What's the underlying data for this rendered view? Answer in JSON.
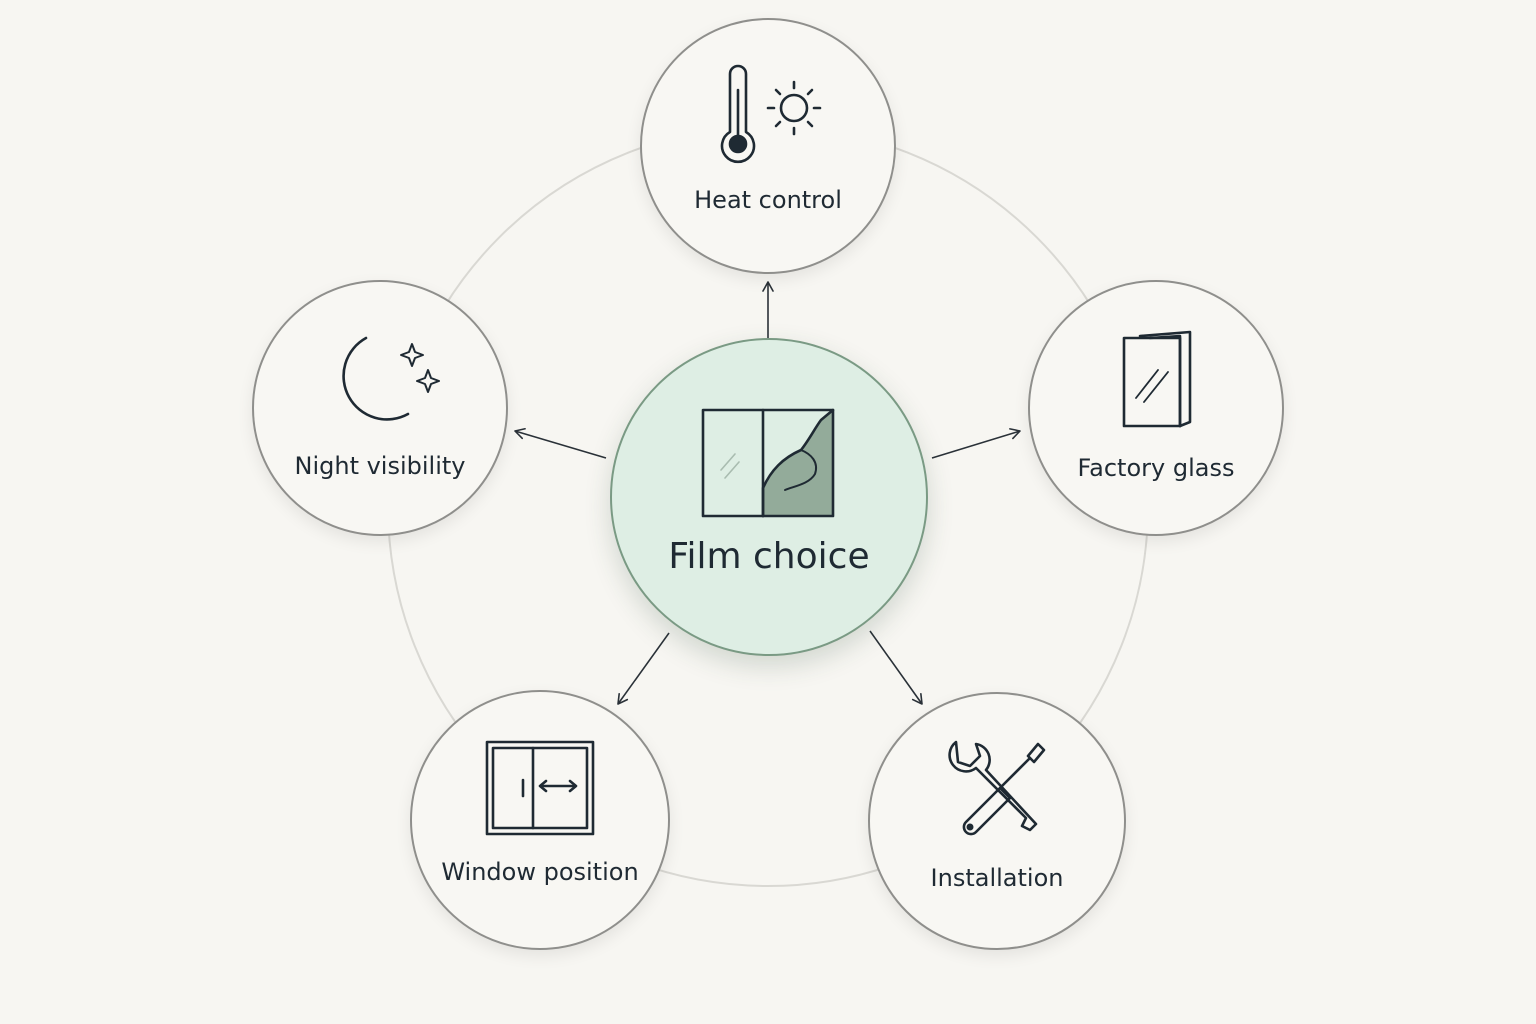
{
  "center": {
    "label": "Film choice",
    "icon": "window-film-peel-icon"
  },
  "nodes": [
    {
      "id": "heat",
      "label": "Heat control",
      "icon": "thermometer-sun-icon"
    },
    {
      "id": "factory",
      "label": "Factory glass",
      "icon": "glass-panes-icon"
    },
    {
      "id": "install",
      "label": "Installation",
      "icon": "wrench-screwdriver-icon"
    },
    {
      "id": "window",
      "label": "Window position",
      "icon": "sliding-window-icon"
    },
    {
      "id": "night",
      "label": "Night visibility",
      "icon": "moon-stars-icon"
    }
  ],
  "colors": {
    "background": "#f7f6f2",
    "center_fill": "#deeee4",
    "center_border": "#7a9a84",
    "node_border": "#8f8f8c",
    "ring": "#d9d8d3",
    "ink": "#1f2a33",
    "film_fill": "#93ab9a"
  }
}
